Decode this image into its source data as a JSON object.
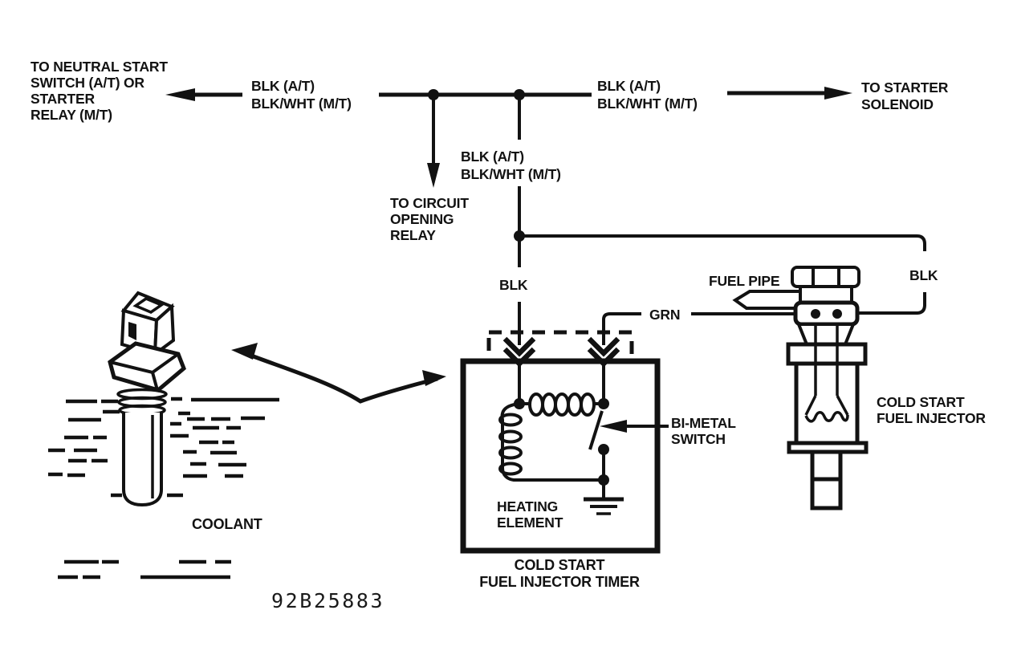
{
  "figure": {
    "background": "#ffffff",
    "ink": "#121212",
    "code": "92B25883",
    "labels": {
      "neutral_start_relay": [
        "TO NEUTRAL START",
        "SWITCH (A/T) OR",
        "STARTER",
        "RELAY (M/T)"
      ],
      "wire_top_left": [
        "BLK (A/T)",
        "BLK/WHT (M/T)"
      ],
      "wire_top_right": [
        "BLK (A/T)",
        "BLK/WHT (M/T)"
      ],
      "starter_solenoid": [
        "TO STARTER",
        "SOLENOID"
      ],
      "wire_branch": [
        "BLK (A/T)",
        "BLK/WHT (M/T)"
      ],
      "circuit_opening_relay": [
        "TO CIRCUIT",
        "OPENING",
        "RELAY"
      ],
      "wire_blk_center": "BLK",
      "wire_blk_right": "BLK",
      "wire_grn": "GRN",
      "fuel_pipe": "FUEL PIPE",
      "bi_metal_switch": [
        "BI-METAL",
        "SWITCH"
      ],
      "heating_element": [
        "HEATING",
        "ELEMENT"
      ],
      "timer_caption": [
        "COLD START",
        "FUEL INJECTOR TIMER"
      ],
      "injector_caption": [
        "COLD START",
        "FUEL INJECTOR"
      ],
      "coolant": "COOLANT"
    }
  }
}
